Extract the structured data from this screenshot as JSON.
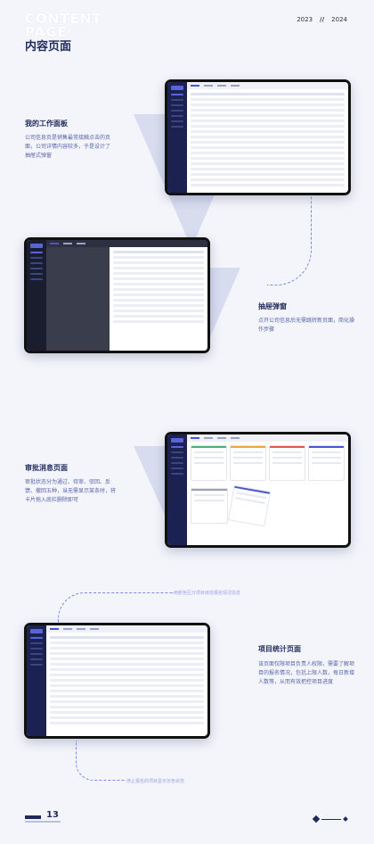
{
  "header": {
    "title_en_1": "CONTENT",
    "title_en_2": "PAGE",
    "title_cn": "内容页面",
    "year_start": "2023",
    "year_sep": "//",
    "year_end": "2024"
  },
  "sections": [
    {
      "title": "我的工作面板",
      "desc": "公司信息页是销售最常接触点击的页面，公司详情内容较多，于是设计了抽屉式弹窗"
    },
    {
      "title": "抽屉弹窗",
      "desc": "点开公司信息后无需跳转新页面，简化操作步骤"
    },
    {
      "title": "审批消息页面",
      "desc": "审批状态分为通过、待审、驳回、反馈、撤回五种，当无需显示某条时，将卡片拖入底栏删除即可"
    },
    {
      "title": "项目统计页面",
      "desc": "该页面仅限项目负责人权限，需要了解项目的报名情况，包括上限人数，每日新增人数等，从而有效把控项目进度"
    }
  ],
  "notes": {
    "note_top": "用颜色区分项目目前报名情况信息",
    "note_bottom": "停止报名的项目显示灰色状态"
  },
  "footer": {
    "page_no": "13"
  },
  "colors": {
    "accent": "#4b55d1",
    "dark_navy": "#1f2a5c",
    "desc_text": "#5865a8"
  }
}
